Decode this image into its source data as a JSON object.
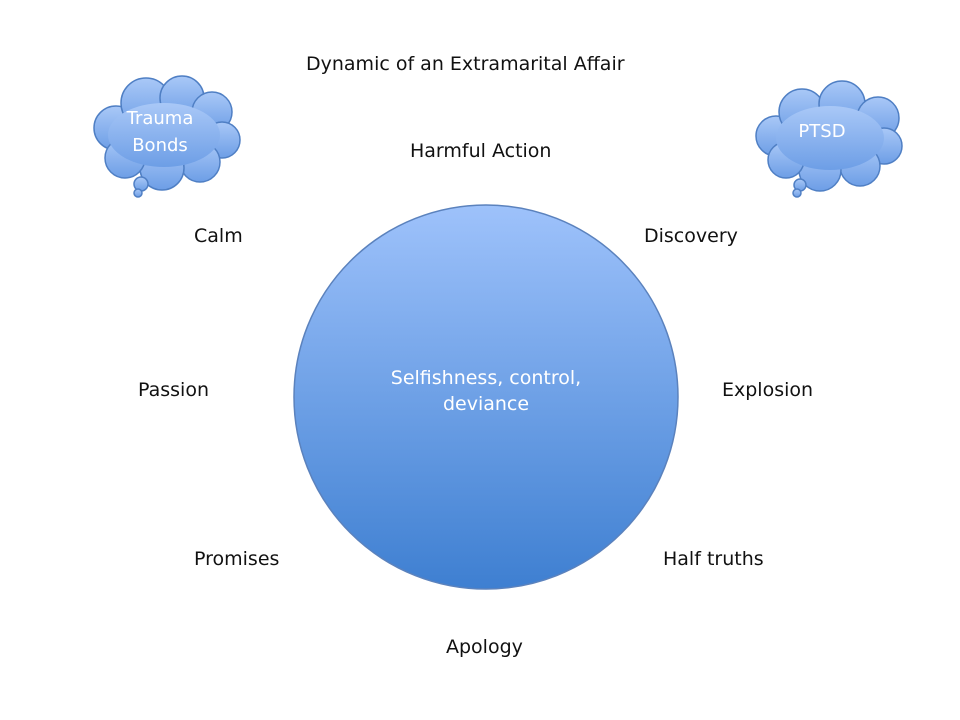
{
  "title": "Dynamic of an Extramarital Affair",
  "center": {
    "line1": "Selfishness, control,",
    "line2": "deviance",
    "fill_top": "#9ec2fb",
    "fill_bottom": "#3e7fd1",
    "stroke": "#5b82bd"
  },
  "cycle_labels": {
    "harmful_action": "Harmful Action",
    "discovery": "Discovery",
    "explosion": "Explosion",
    "half_truths": "Half truths",
    "apology": "Apology",
    "promises": "Promises",
    "passion": "Passion",
    "calm": "Calm"
  },
  "clouds": {
    "left": {
      "line1": "Trauma",
      "line2": "Bonds"
    },
    "right": {
      "line1": "PTSD"
    }
  }
}
